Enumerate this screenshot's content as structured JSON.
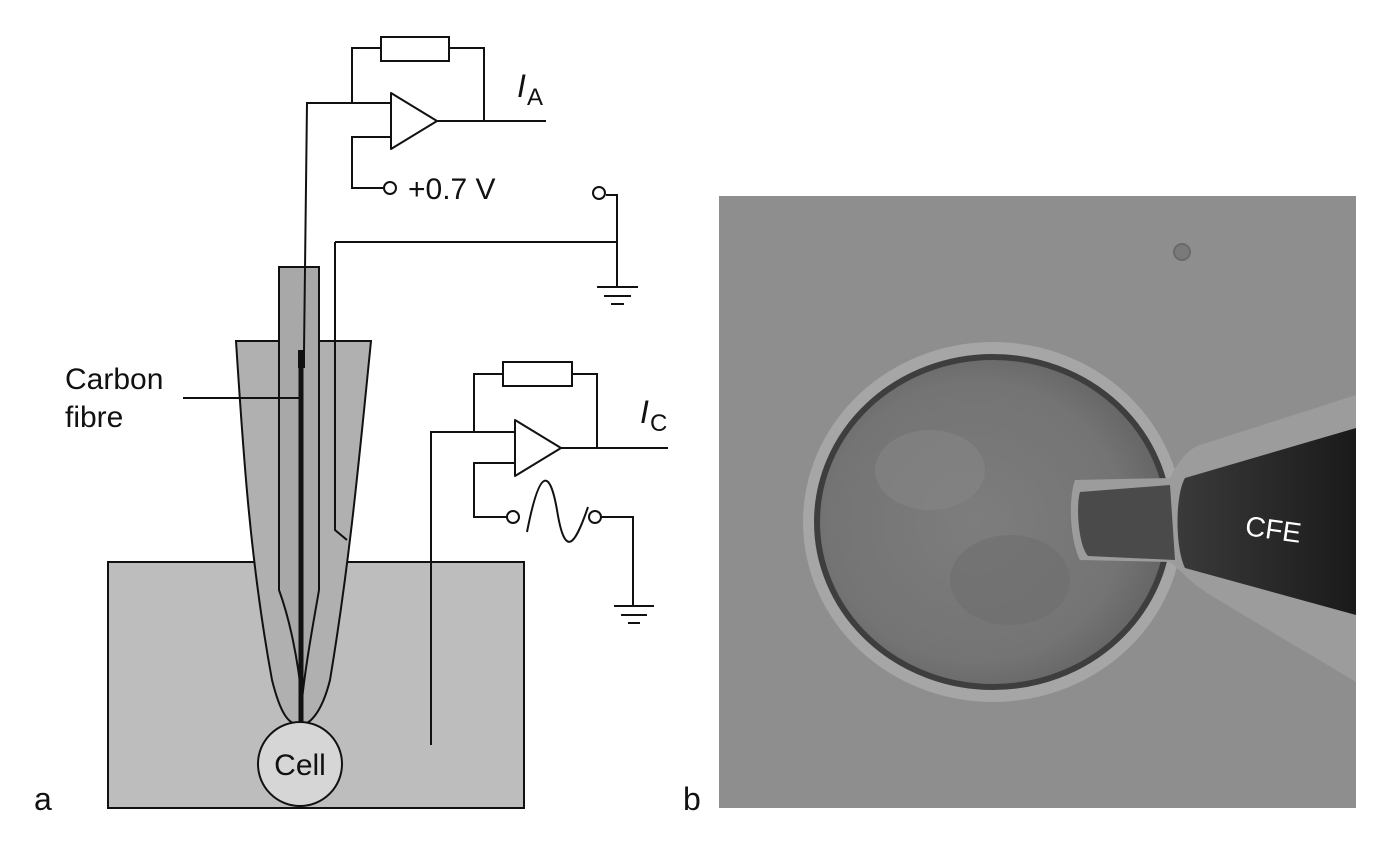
{
  "panel_a": {
    "letter": "a",
    "labels": {
      "carbon_fibre_line1": "Carbon",
      "carbon_fibre_line2": "fibre",
      "cell": "Cell",
      "voltage": "+0.7 V",
      "amperometric_current": "I",
      "amperometric_sub": "A",
      "capacitance_current": "I",
      "capacitance_sub": "C"
    }
  },
  "panel_b": {
    "letter": "b",
    "labels": {
      "electrode": "CFE"
    }
  },
  "colors": {
    "bath": "#bdbdbd",
    "pipette": "#b0b0b0",
    "cell": "#d6d6d6",
    "stroke": "#111111",
    "micrograph_background": "#8e8e8e",
    "electrode_dark": "#2a2a2a"
  }
}
